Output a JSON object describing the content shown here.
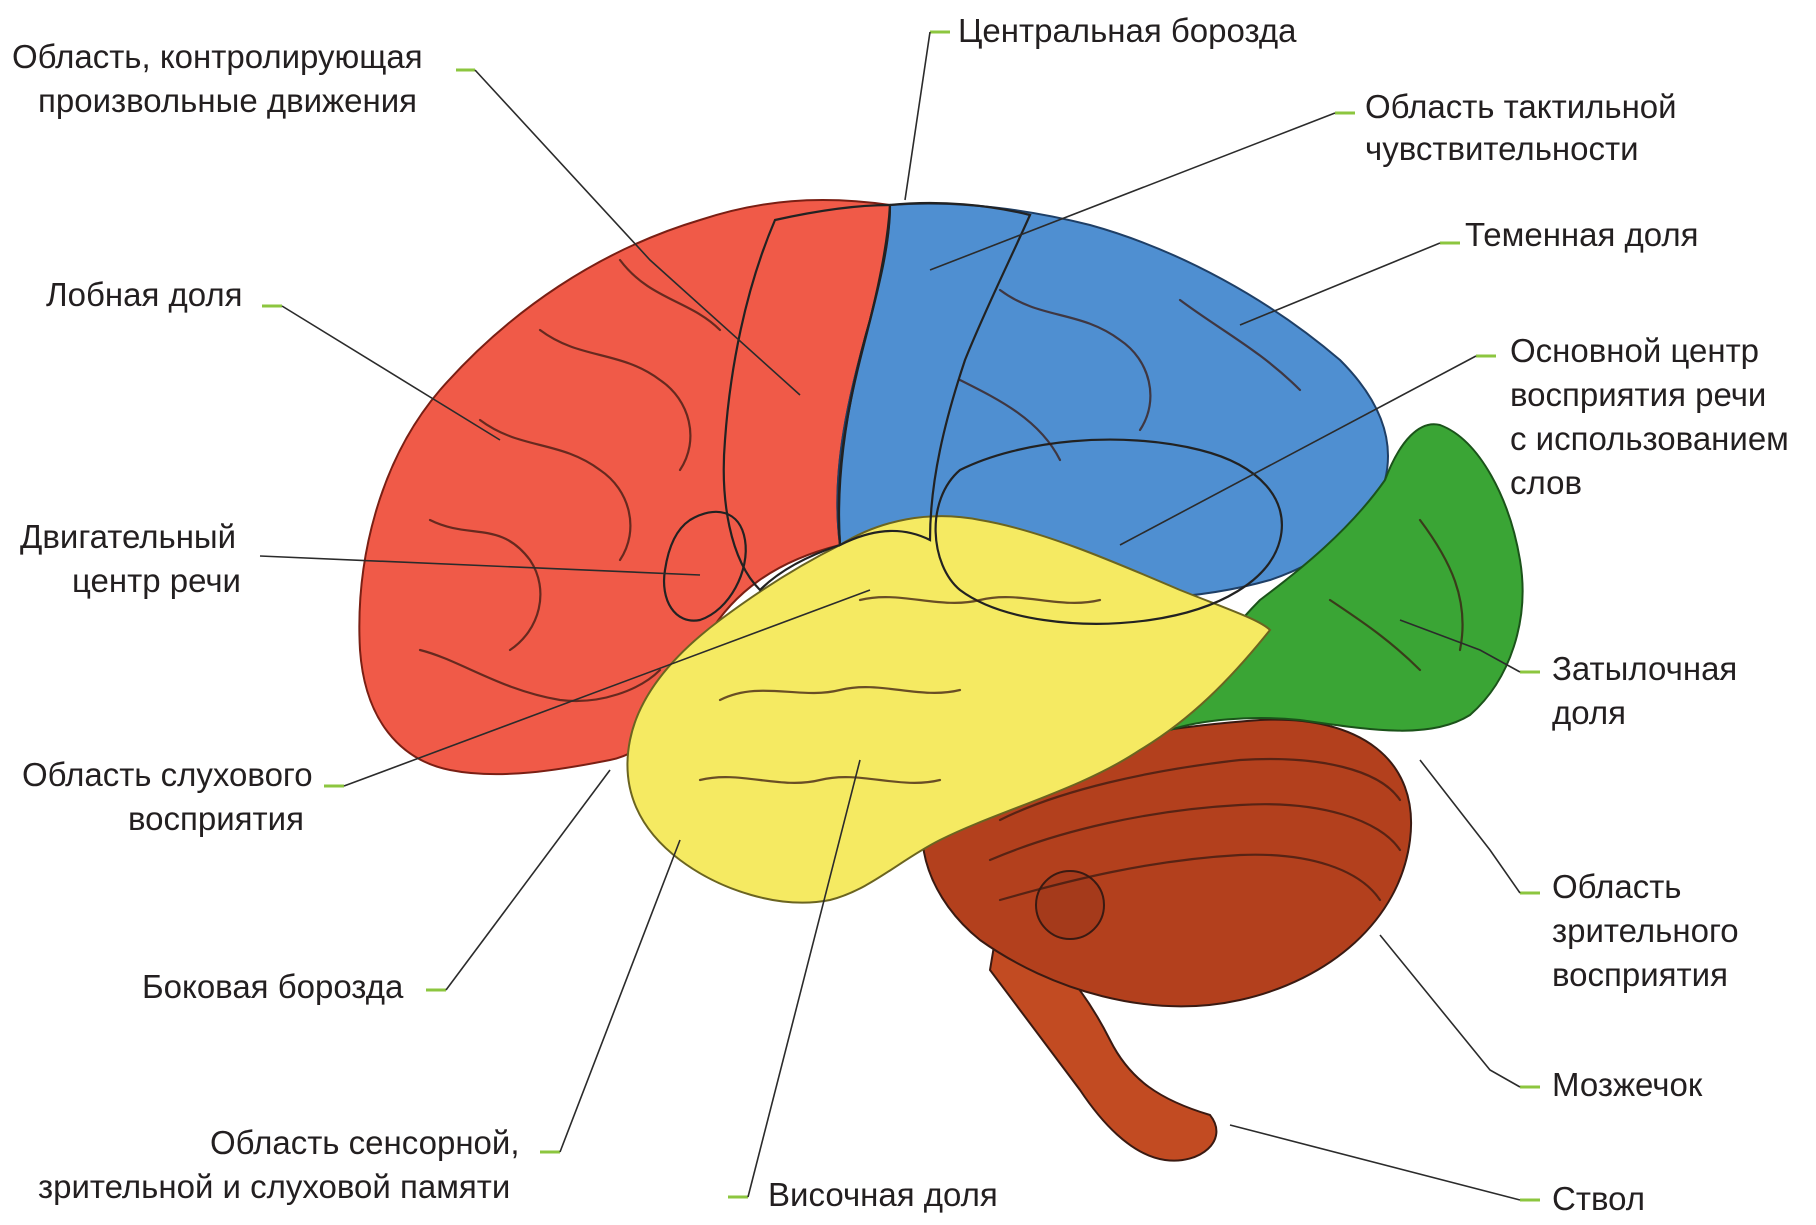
{
  "labels": {
    "voluntary_movement_1": "Область, контролирующая",
    "voluntary_movement_2": "произвольные движения",
    "central_sulcus": "Центральная борозда",
    "tactile_1": "Область тактильной",
    "tactile_2": "чувствительности",
    "parietal": "Теменная доля",
    "frontal": "Лобная доля",
    "speech_perception_1": "Основной центр",
    "speech_perception_2": "восприятия речи",
    "speech_perception_3": "с использованием",
    "speech_perception_4": "слов",
    "motor_speech_1": "Двигательный",
    "motor_speech_2": "центр речи",
    "occipital_1": "Затылочная",
    "occipital_2": "доля",
    "auditory_1": "Область слухового",
    "auditory_2": "восприятия",
    "visual_1": "Область",
    "visual_2": "зрительного",
    "visual_3": "восприятия",
    "lateral_sulcus": "Боковая борозда",
    "cerebellum": "Мозжечок",
    "memory_1": "Область сенсорной,",
    "memory_2": "зрительной и слуховой памяти",
    "temporal": "Височная доля",
    "stem": "Ствол"
  },
  "colors": {
    "frontal": "#f05a48",
    "parietal": "#4f8fd1",
    "occipital": "#3aa535",
    "temporal": "#f5ea62",
    "cerebellum": "#b3401d",
    "stem": "#c24b22",
    "tick": "#8cc63f"
  }
}
